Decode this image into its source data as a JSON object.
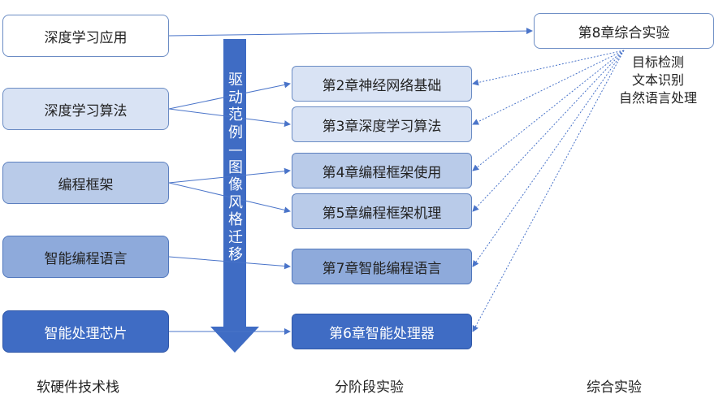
{
  "left": {
    "items": [
      "深度学习应用",
      "深度学习算法",
      "编程框架",
      "智能编程语言",
      "智能处理芯片"
    ],
    "footer": "软硬件技术栈"
  },
  "middle": {
    "items": [
      "第2章神经网络基础",
      "第3章深度学习算法",
      "第4章编程框架使用",
      "第5章编程框架机理",
      "第7章智能编程语言",
      "第6章智能处理器"
    ],
    "footer": "分阶段实验"
  },
  "right": {
    "box": "第8章综合实验",
    "tasks": [
      "目标检测",
      "文本识别",
      "自然语言处理"
    ],
    "footer": "综合实验"
  },
  "arrow": {
    "chars": [
      "驱",
      "动",
      "范",
      "例",
      "—",
      "图",
      "像",
      "风",
      "格",
      "迁",
      "移"
    ]
  },
  "colors": {
    "level1": "#ffffff",
    "level2": "#d9e3f4",
    "level3": "#b9cbe9",
    "level4": "#8eaadb",
    "level5": "#3f6cc4",
    "connector": "#4a74c9"
  }
}
